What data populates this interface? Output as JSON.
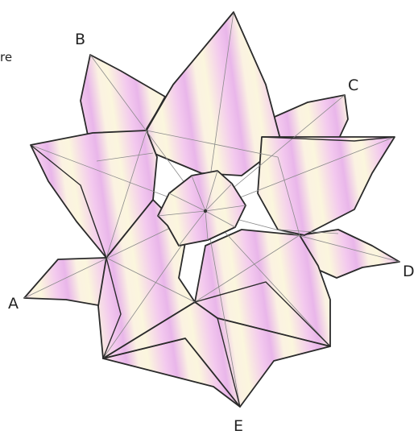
{
  "labels": {
    "a": "A",
    "b": "B",
    "c": "C",
    "d": "D",
    "e": "E"
  },
  "edge_fragment": "re",
  "colors": {
    "petal_pink": "#f2c6ef",
    "petal_cream": "#fbf5dc",
    "outline": "#2a2a2a",
    "crease": "#8a8a8a"
  }
}
